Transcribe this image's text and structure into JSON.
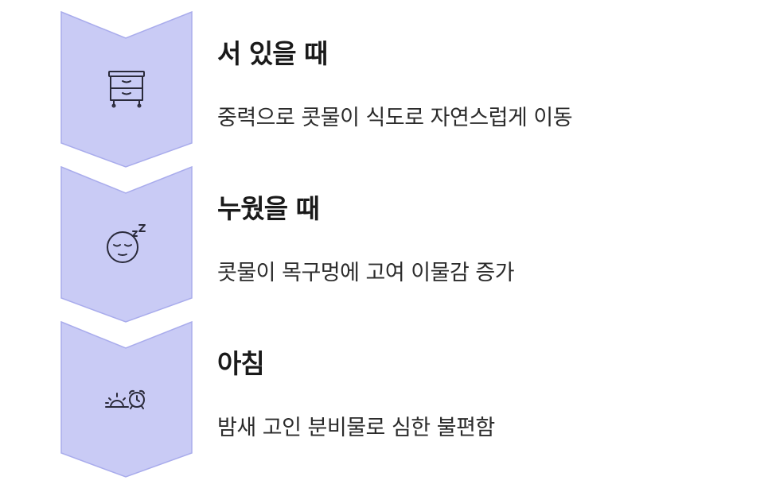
{
  "colors": {
    "chevron_fill": "#c9cbf5",
    "chevron_stroke": "#a9acec",
    "icon_stroke": "#2a2a3a",
    "title_text": "#1a1a1a",
    "desc_text": "#2b2b2b"
  },
  "steps": [
    {
      "icon": "dresser-icon",
      "title": "서 있을 때",
      "description": "중력으로 콧물이 식도로 자연스럽게 이동"
    },
    {
      "icon": "sleeping-face-icon",
      "title": "누웠을 때",
      "description": "콧물이 목구멍에 고여 이물감 증가"
    },
    {
      "icon": "sunrise-alarm-clock-icon",
      "title": "아침",
      "description": "밤새 고인 분비물로 심한 불편함"
    }
  ]
}
